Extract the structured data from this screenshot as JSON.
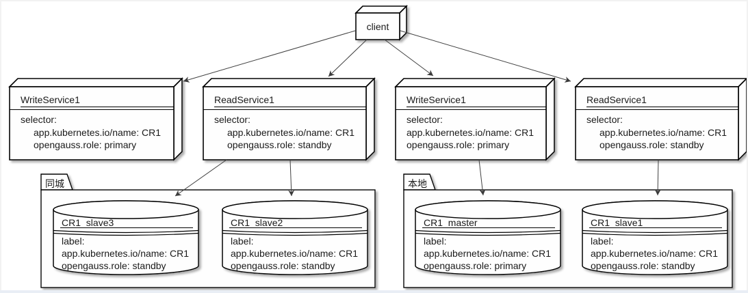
{
  "diagram": {
    "client": {
      "label": "client"
    },
    "services": [
      {
        "title": "WriteService1",
        "body": [
          "selector:",
          "app.kubernetes.io/name: CR1",
          "opengauss.role: primary"
        ]
      },
      {
        "title": "ReadService1",
        "body": [
          "selector:",
          "app.kubernetes.io/name: CR1",
          "opengauss.role: standby"
        ]
      },
      {
        "title": "WriteService1",
        "body": [
          "selector:",
          "app.kubernetes.io/name: CR1",
          "opengauss.role: primary"
        ]
      },
      {
        "title": "ReadService1",
        "body": [
          "selector:",
          "app.kubernetes.io/name: CR1",
          "opengauss.role: standby"
        ]
      }
    ],
    "packages": [
      {
        "label": "同城",
        "databases": [
          {
            "title": "CR1_slave3",
            "body": [
              "label:",
              "app.kubernetes.io/name: CR1",
              "opengauss.role: standby"
            ]
          },
          {
            "title": "CR1_slave2",
            "body": [
              "label:",
              "app.kubernetes.io/name: CR1",
              "opengauss.role: standby"
            ]
          }
        ]
      },
      {
        "label": "本地",
        "databases": [
          {
            "title": "CR1_master",
            "body": [
              "label:",
              "app.kubernetes.io/name: CR1",
              "opengauss.role: primary"
            ]
          },
          {
            "title": "CR1_slave1",
            "body": [
              "label:",
              "app.kubernetes.io/name: CR1",
              "opengauss.role: standby"
            ]
          }
        ]
      }
    ],
    "colors": {
      "shape_fill": "#fefefe",
      "shape_border": "#000000",
      "arrow": "#404040",
      "background": "#ffffff",
      "frame": "#f2f2f2",
      "bottom_strip": "#e9eef5"
    }
  }
}
